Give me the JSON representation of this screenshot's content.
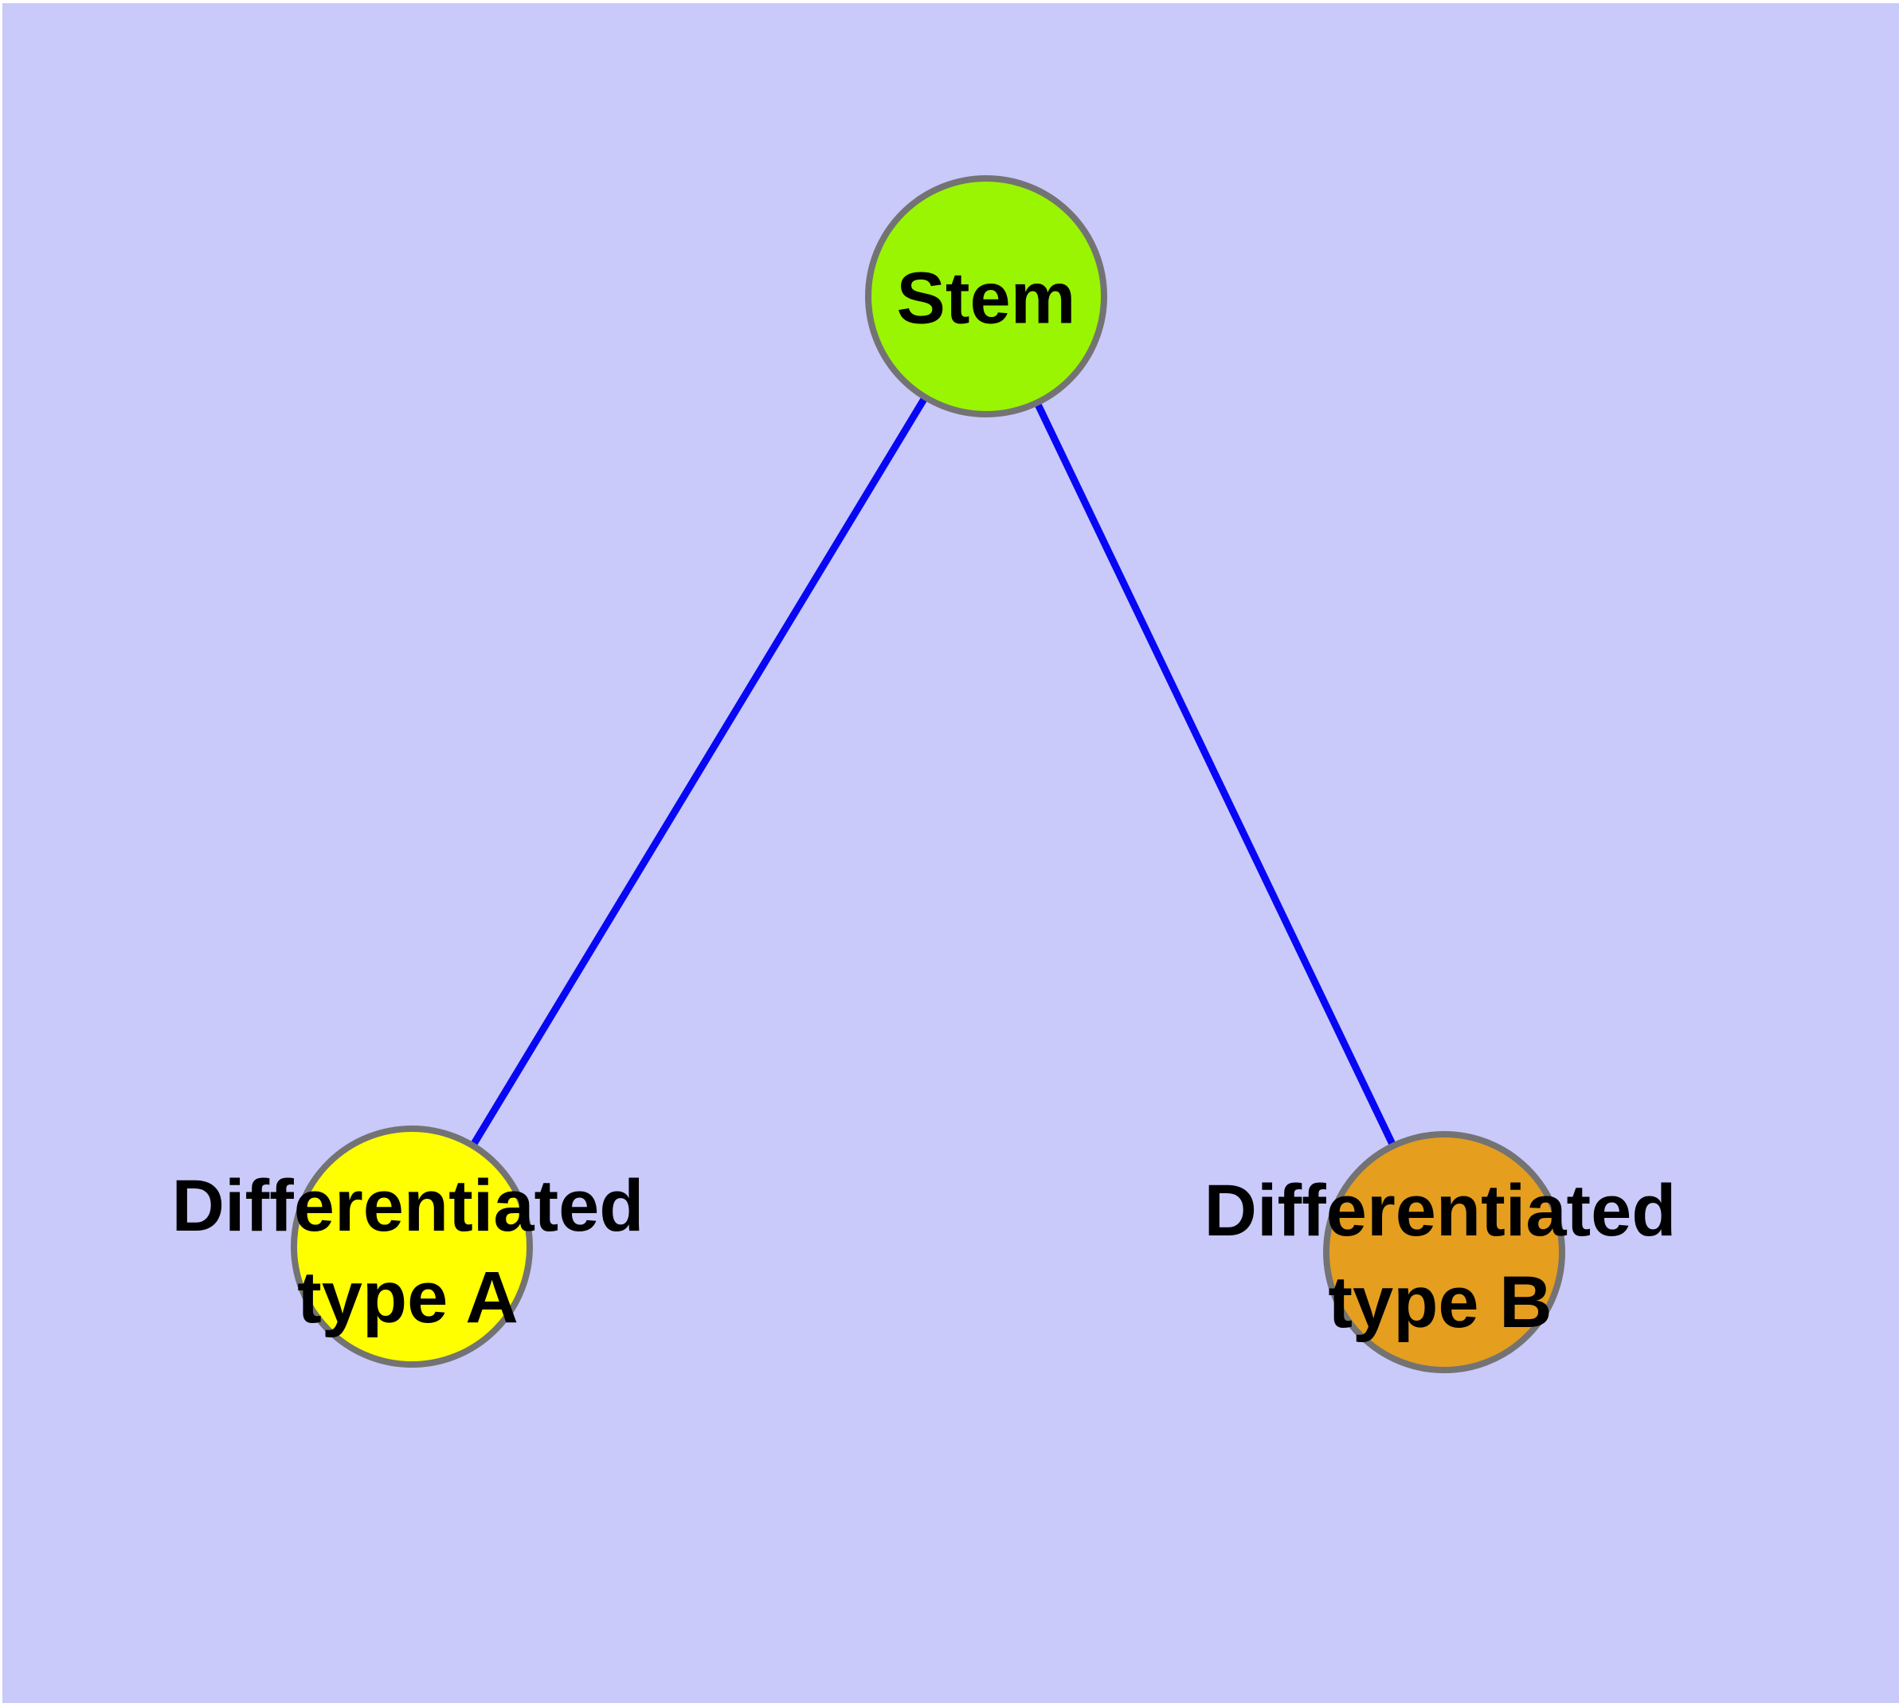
{
  "diagram": {
    "background_color": "#C9C9FA",
    "frame_color": "#FFFFFF",
    "edge_color": "#0707F5",
    "node_border_color": "#737373",
    "label_color": "#000000",
    "nodes": [
      {
        "id": "stem",
        "label": "Stem",
        "label_lines": [
          "Stem"
        ],
        "fill_color": "#99F501"
      },
      {
        "id": "differentiated-type-a",
        "label": "Differentiated type A",
        "label_lines": [
          "Differentiated",
          "type A"
        ],
        "fill_color": "#FFFF00"
      },
      {
        "id": "differentiated-type-b",
        "label": "Differentiated type B",
        "label_lines": [
          "Differentiated",
          "type B"
        ],
        "fill_color": "#E59E1E"
      }
    ],
    "edges": [
      {
        "from": "stem",
        "to": "differentiated-type-a"
      },
      {
        "from": "stem",
        "to": "differentiated-type-b"
      }
    ]
  }
}
